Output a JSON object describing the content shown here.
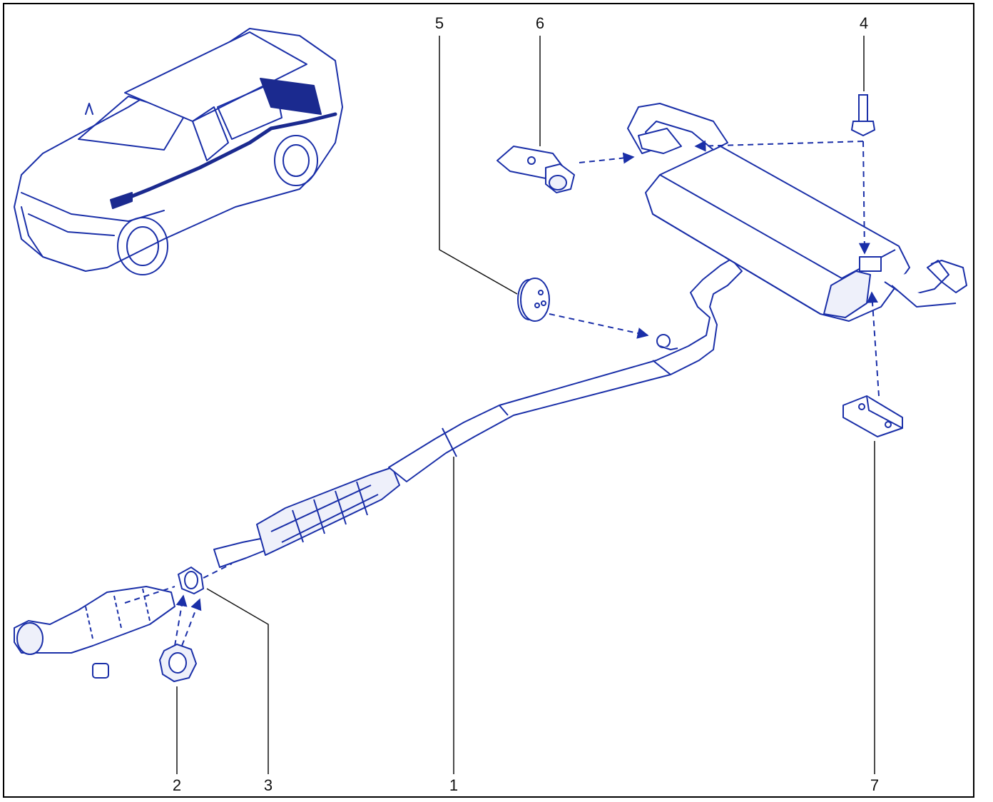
{
  "diagram": {
    "callouts": [
      {
        "id": "label-5",
        "text": "5"
      },
      {
        "id": "label-6",
        "text": "6"
      },
      {
        "id": "label-4",
        "text": "4"
      },
      {
        "id": "label-2",
        "text": "2"
      },
      {
        "id": "label-3",
        "text": "3"
      },
      {
        "id": "label-1",
        "text": "1"
      },
      {
        "id": "label-7",
        "text": "7"
      }
    ],
    "colors": {
      "line": "#1a2fa8",
      "fill": "#e8ebf8",
      "leader": "#111111",
      "border": "#000000",
      "highlight": "#1b2a8f"
    }
  }
}
